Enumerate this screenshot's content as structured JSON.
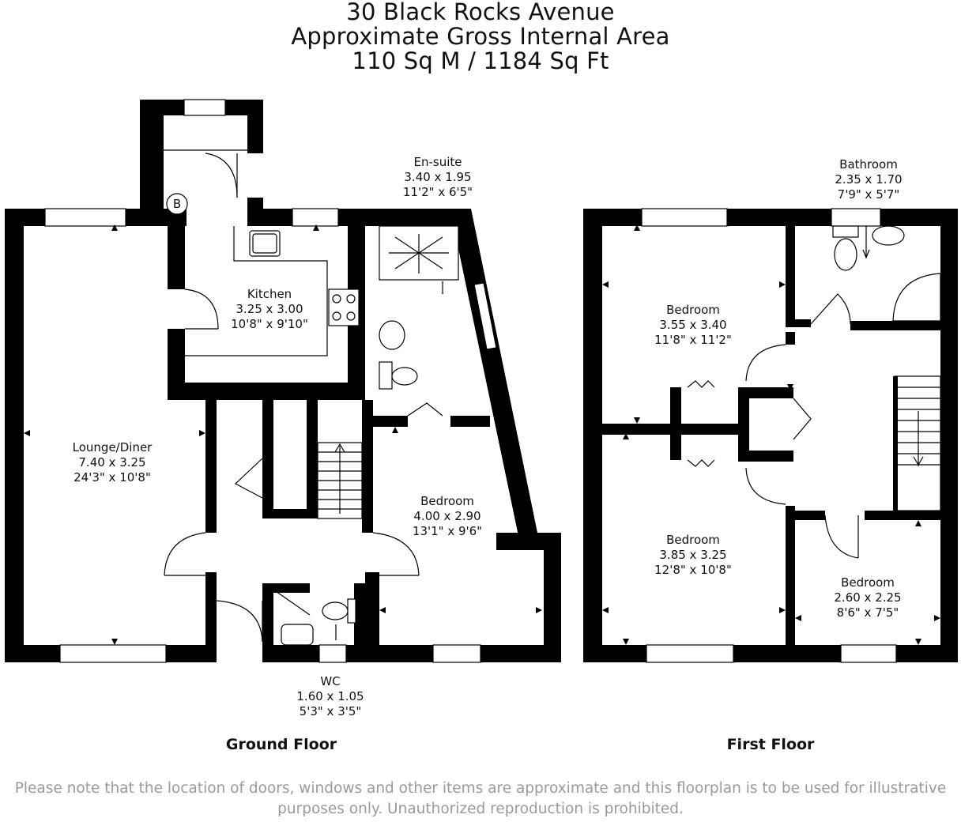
{
  "title": {
    "line1": "30 Black Rocks Avenue",
    "line2": "Approximate Gross Internal Area",
    "line3": "110 Sq M / 1184 Sq Ft"
  },
  "floors": {
    "ground": "Ground Floor",
    "first": "First Floor"
  },
  "rooms": {
    "lounge": {
      "name": "Lounge/Diner",
      "metric": "7.40 x 3.25",
      "imperial": "24'3\" x 10'8\""
    },
    "kitchen": {
      "name": "Kitchen",
      "metric": "3.25 x 3.00",
      "imperial": "10'8\" x 9'10\""
    },
    "ensuite": {
      "name": "En-suite",
      "metric": "3.40 x 1.95",
      "imperial": "11'2\" x 6'5\""
    },
    "ground_bedroom": {
      "name": "Bedroom",
      "metric": "4.00 x 2.90",
      "imperial": "13'1\" x 9'6\""
    },
    "wc": {
      "name": "WC",
      "metric": "1.60 x 1.05",
      "imperial": "5'3\" x 3'5\""
    },
    "bathroom": {
      "name": "Bathroom",
      "metric": "2.35 x 1.70",
      "imperial": "7'9\" x 5'7\""
    },
    "bedroom_1": {
      "name": "Bedroom",
      "metric": "3.55 x 3.40",
      "imperial": "11'8\" x 11'2\""
    },
    "bedroom_2": {
      "name": "Bedroom",
      "metric": "3.85 x 3.25",
      "imperial": "12'8\" x 10'8\""
    },
    "bedroom_3": {
      "name": "Bedroom",
      "metric": "2.60 x 2.25",
      "imperial": "8'6\" x 7'5\""
    }
  },
  "boiler_marker": "B",
  "disclaimer": {
    "line1": "Please note that the location of doors, windows and other items are approximate and this floorplan is to be used for illustrative",
    "line2": "purposes only. Unauthorized reproduction is prohibited."
  }
}
